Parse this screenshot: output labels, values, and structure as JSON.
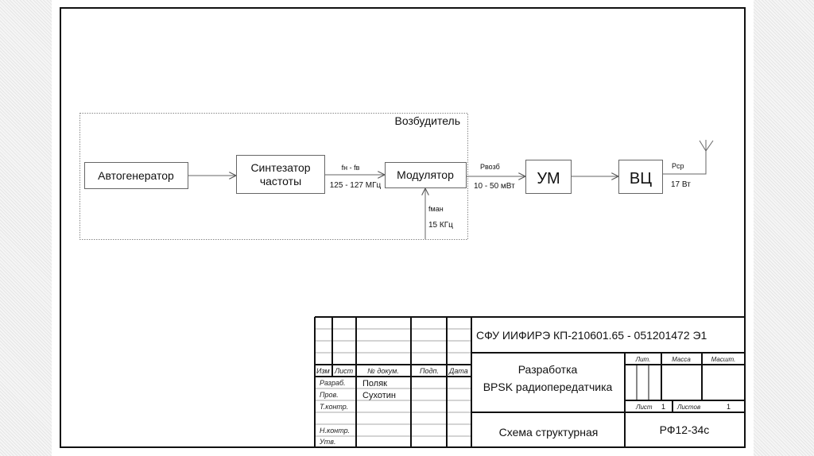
{
  "diagram": {
    "group_label": "Возбудитель",
    "blocks": {
      "autogen": "Автогенератор",
      "synth_line1": "Синтезатор",
      "synth_line2": "частоты",
      "modulator": "Модулятор",
      "amplifier": "УМ",
      "output_circuit": "ВЦ"
    },
    "signals": {
      "synth_to_mod_top": "fн - fв",
      "synth_to_mod_bottom": "125 - 127 МГц",
      "mod_input_top": "fман",
      "mod_input_bottom": "15 КГц",
      "mod_to_um_top": "Pвозб",
      "mod_to_um_bottom": "10 - 50 мВт",
      "output_top": "Pср",
      "output_bottom": "17 Вт"
    },
    "antenna_icon": "antenna-icon"
  },
  "title_block": {
    "doc_code": "СФУ ИИФИРЭ КП-210601.65 - 051201472  Э1",
    "title_line1": "Разработка",
    "title_line2": "BPSK радиопередатчика",
    "doc_type": "Схема структурная",
    "group": "РФ12-34с",
    "headers": {
      "izm": "Изм",
      "list": "Лист",
      "doc_no": "№ докум.",
      "sign": "Подп.",
      "date": "Дата"
    },
    "roles": [
      "Разраб.",
      "Пров.",
      "Т.контр.",
      "",
      "Н.контр.",
      "Утв."
    ],
    "names": [
      "Поляк",
      "Сухотин",
      "",
      "",
      "",
      ""
    ],
    "lit_label": "Лит.",
    "mass_label": "Масса",
    "scale_label": "Масшт.",
    "sheet_label": "Лист",
    "sheet_value": "1",
    "sheets_label": "Листов",
    "sheets_value": "1"
  }
}
